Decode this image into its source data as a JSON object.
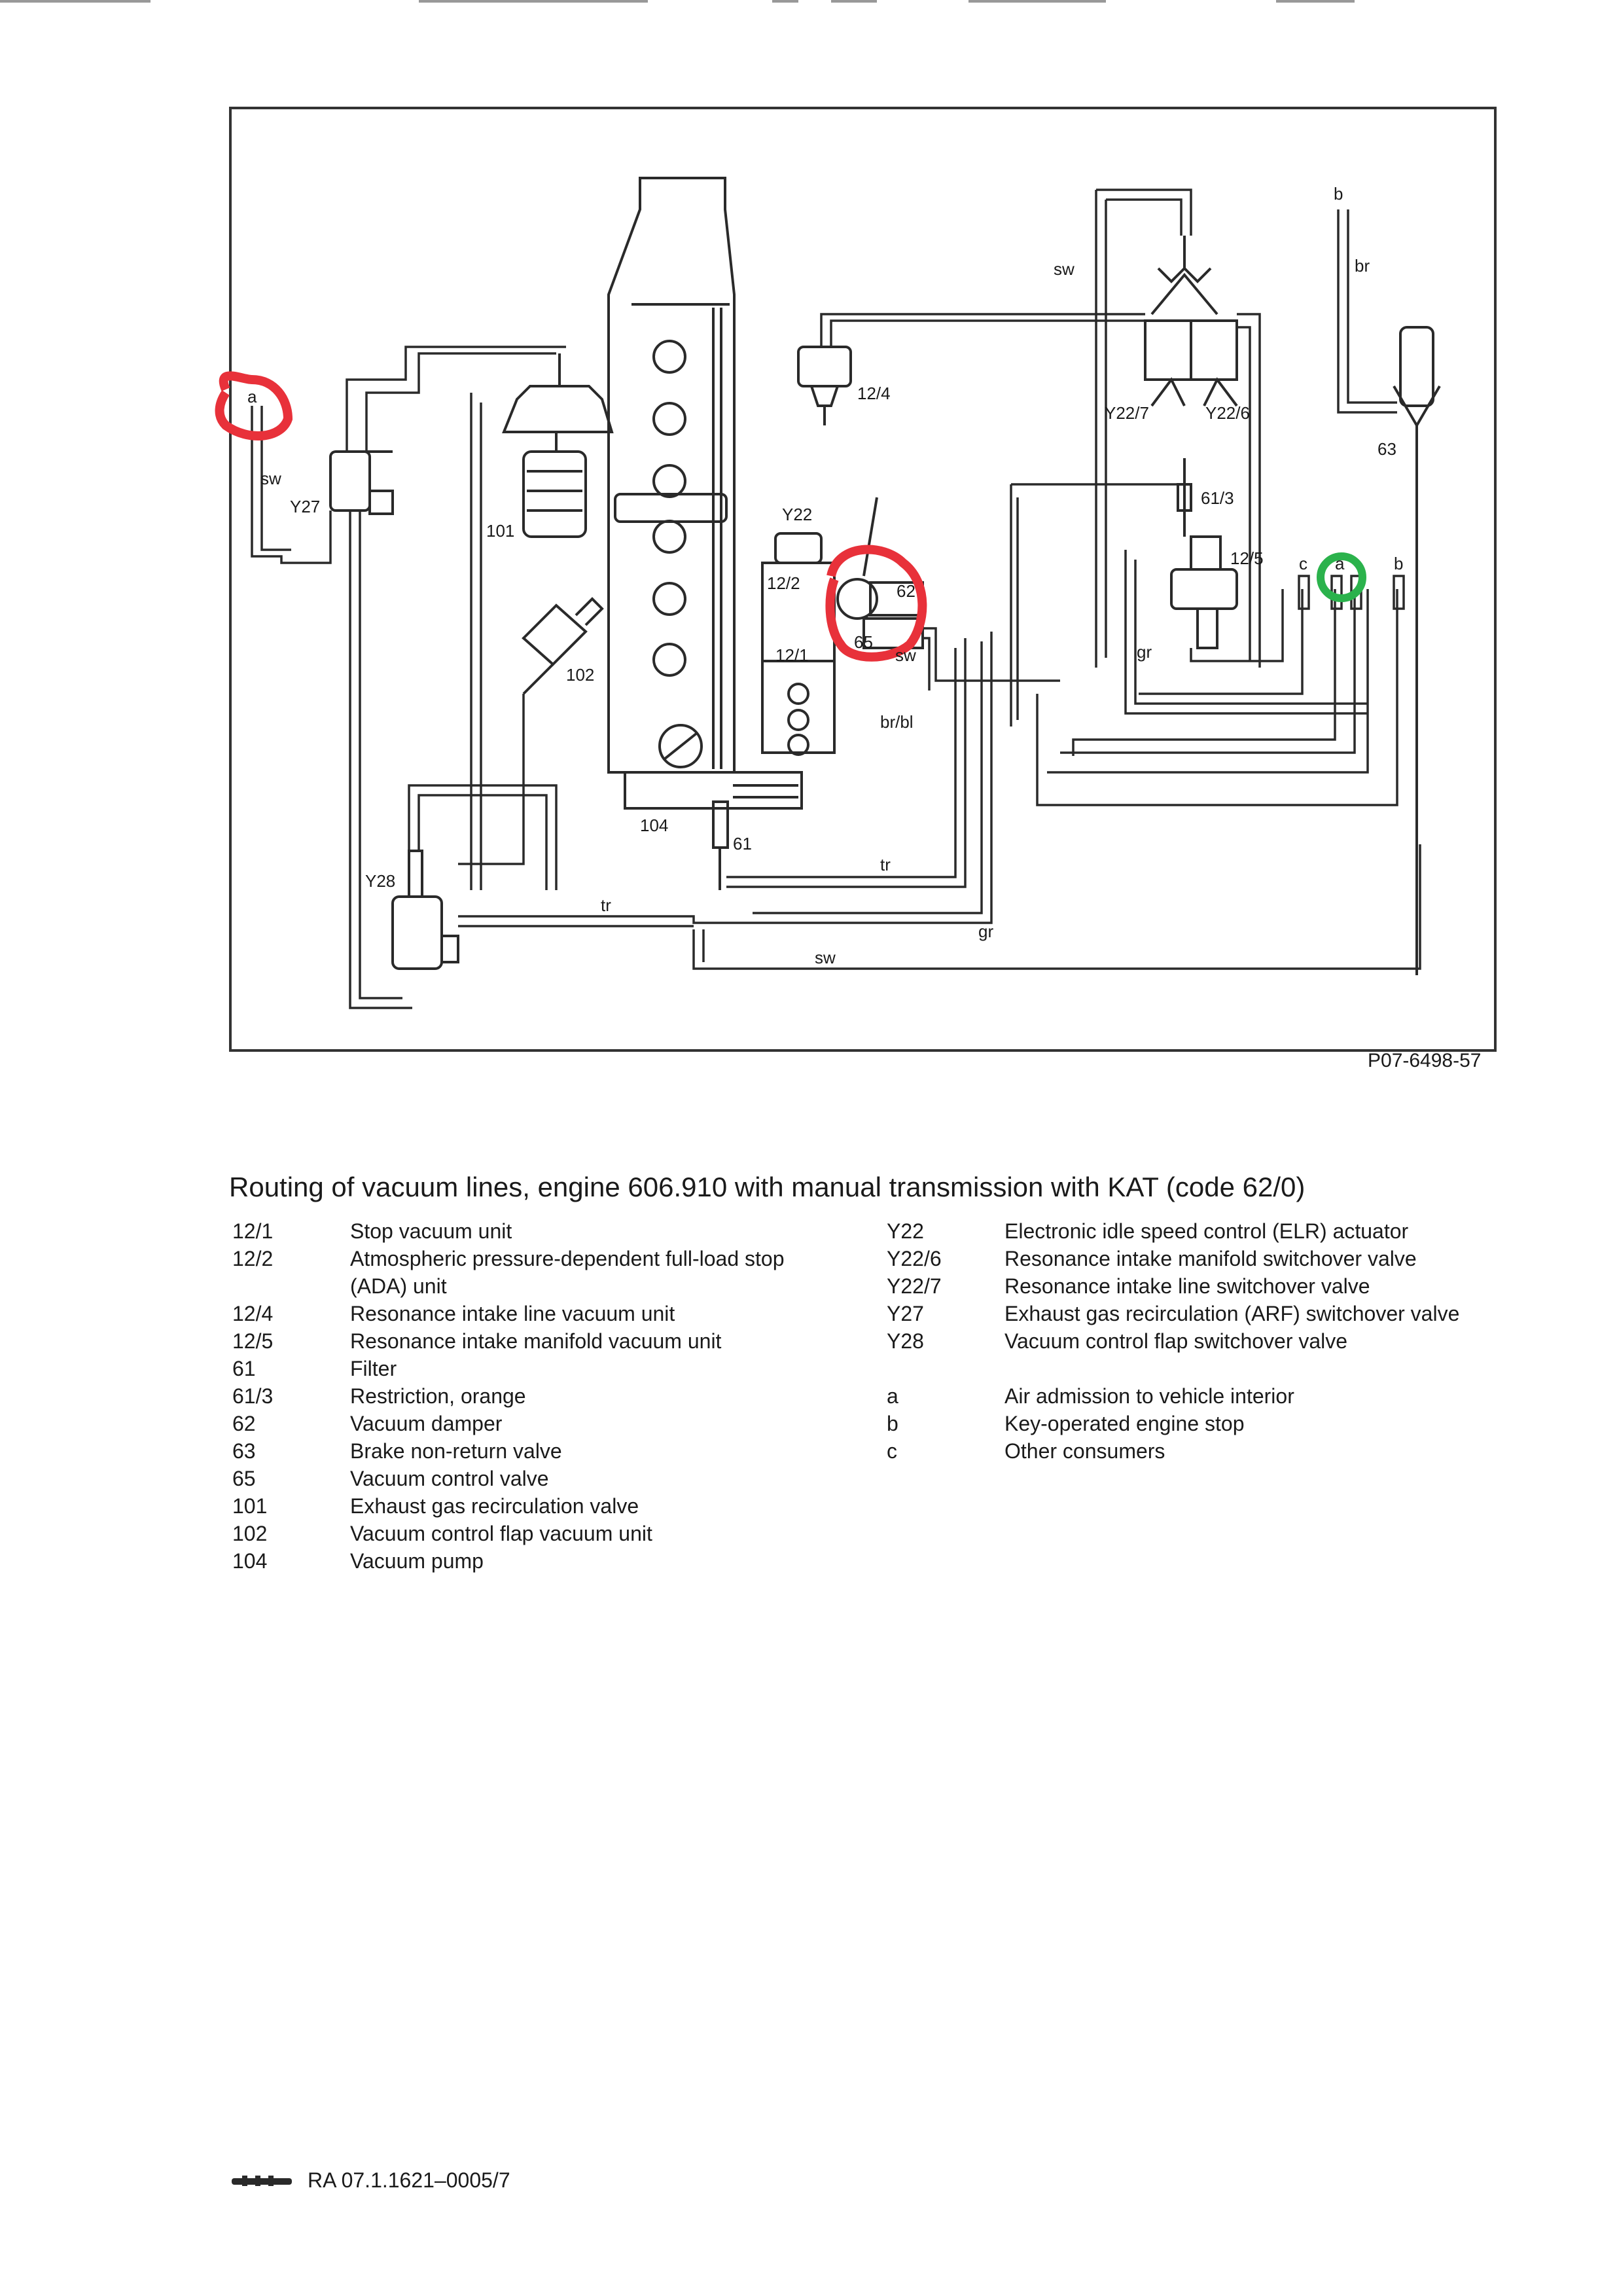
{
  "diagram": {
    "id": "P07-6498-57",
    "labels": {
      "a_left": "a",
      "sw_left": "sw",
      "y27": "Y27",
      "l101": "101",
      "l102": "102",
      "l104": "104",
      "l61": "61",
      "y28": "Y28",
      "tr_left": "tr",
      "sw_bottom": "sw",
      "gr_bottom": "gr",
      "tr_mid": "tr",
      "y22": "Y22",
      "l12_2": "12/2",
      "l12_1": "12/1",
      "l62": "62",
      "l65": "65",
      "sw_mid": "sw",
      "brbl": "br/bl",
      "l12_4": "12/4",
      "sw_top": "sw",
      "y22_7": "Y22/7",
      "y22_6": "Y22/6",
      "l61_3": "61/3",
      "l12_5": "12/5",
      "gr_right": "gr",
      "c": "c",
      "a_right": "a",
      "b_right": "b",
      "b_top": "b",
      "br": "br",
      "l63": "63"
    },
    "annotation_colors": {
      "red": "#e8313a",
      "green": "#2bb24c"
    }
  },
  "caption": {
    "title": "Routing of vacuum lines, engine 606.910 with manual transmission with KAT (code 62/0)"
  },
  "legend": {
    "left": [
      {
        "code": "12/1",
        "desc": "Stop vacuum unit"
      },
      {
        "code": "12/2",
        "desc": "Atmospheric pressure-dependent full-load stop (ADA) unit"
      },
      {
        "code": "12/4",
        "desc": "Resonance intake line vacuum unit"
      },
      {
        "code": "12/5",
        "desc": "Resonance intake manifold vacuum unit"
      },
      {
        "code": "61",
        "desc": "Filter"
      },
      {
        "code": "61/3",
        "desc": "Restriction, orange"
      },
      {
        "code": "62",
        "desc": "Vacuum damper"
      },
      {
        "code": "63",
        "desc": "Brake non-return valve"
      },
      {
        "code": "65",
        "desc": "Vacuum control valve"
      },
      {
        "code": "101",
        "desc": "Exhaust gas recirculation valve"
      },
      {
        "code": "102",
        "desc": "Vacuum control flap vacuum unit"
      },
      {
        "code": "104",
        "desc": "Vacuum pump"
      }
    ],
    "right": [
      {
        "code": "Y22",
        "desc": "Electronic idle speed control (ELR) actuator"
      },
      {
        "code": "Y22/6",
        "desc": "Resonance intake manifold switchover valve"
      },
      {
        "code": "Y22/7",
        "desc": "Resonance intake line switchover valve"
      },
      {
        "code": "Y27",
        "desc": "Exhaust gas recirculation (ARF) switchover valve"
      },
      {
        "code": "Y28",
        "desc": "Vacuum control flap switchover valve"
      }
    ],
    "right2": [
      {
        "code": "a",
        "desc": "Air admission to vehicle interior"
      },
      {
        "code": "b",
        "desc": "Key-operated engine stop"
      },
      {
        "code": "c",
        "desc": "Other consumers"
      }
    ]
  },
  "footer": {
    "ref": "RA 07.1.1621–0005/7"
  }
}
